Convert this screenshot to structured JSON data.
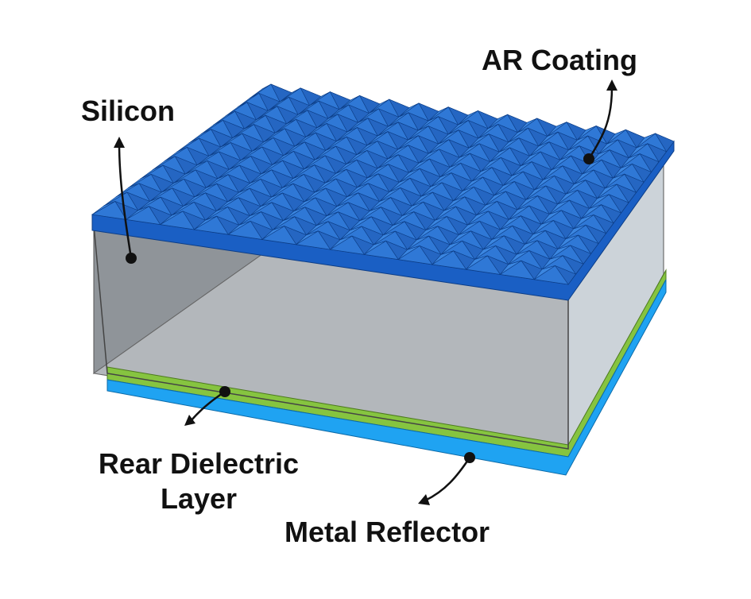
{
  "labels": {
    "silicon": "Silicon",
    "ar_coating": "AR Coating",
    "rear_dielectric_line1": "Rear Dielectric",
    "rear_dielectric_line2": "Layer",
    "metal_reflector": "Metal Reflector"
  },
  "colors": {
    "pyramid_light": "#2f78d6",
    "pyramid_dark": "#124a9a",
    "coating_edge": "#1a5fc4",
    "silicon_front": "#b9bcc0",
    "silicon_side": "#c9d0d6",
    "silicon_inner": "#9a9fa4",
    "dielectric": "#86c440",
    "reflector": "#1fa3f2",
    "pointer": "#111111"
  },
  "pyramid_grid": {
    "rows": 14,
    "cols": 14
  }
}
